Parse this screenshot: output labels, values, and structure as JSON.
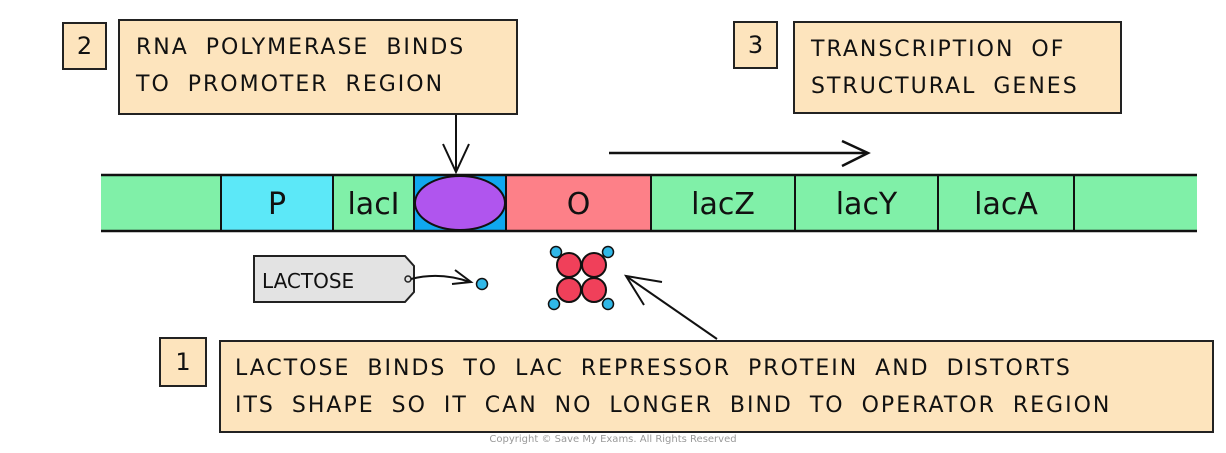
{
  "title": "Lac operon induction by lactose",
  "steps": [
    {
      "number": "1",
      "lines": [
        "LACTOSE BINDS TO LAC REPRESSOR PROTEIN AND DISTORTS",
        "ITS SHAPE SO IT CAN NO LONGER BIND TO OPERATOR REGION"
      ]
    },
    {
      "number": "2",
      "lines": [
        "RNA POLYMERASE BINDS",
        "TO PROMOTER REGION"
      ]
    },
    {
      "number": "3",
      "lines": [
        "TRANSCRIPTION OF",
        "STRUCTURAL GENES"
      ]
    }
  ],
  "dna_segments": [
    {
      "label": "",
      "color": "#80f0a8"
    },
    {
      "label": "P",
      "color": "#5ce8f8"
    },
    {
      "label": "lacI",
      "color": "#80f0a8"
    },
    {
      "label": "",
      "color": "#10a8f0"
    },
    {
      "label": "O",
      "color": "#fd8088"
    },
    {
      "label": "lacZ",
      "color": "#80f0a8"
    },
    {
      "label": "lacY",
      "color": "#80f0a8"
    },
    {
      "label": "lacA",
      "color": "#80f0a8"
    },
    {
      "label": "",
      "color": "#80f0a8"
    }
  ],
  "rna_polymerase": {
    "color": "#b055ee"
  },
  "lactose_tag": {
    "label": "LACTOSE"
  },
  "repressor": {
    "subunit_color": "#f0405a",
    "lactose_color": "#30b8e8"
  },
  "copyright": "Copyright © Save My Exams. All Rights Reserved"
}
